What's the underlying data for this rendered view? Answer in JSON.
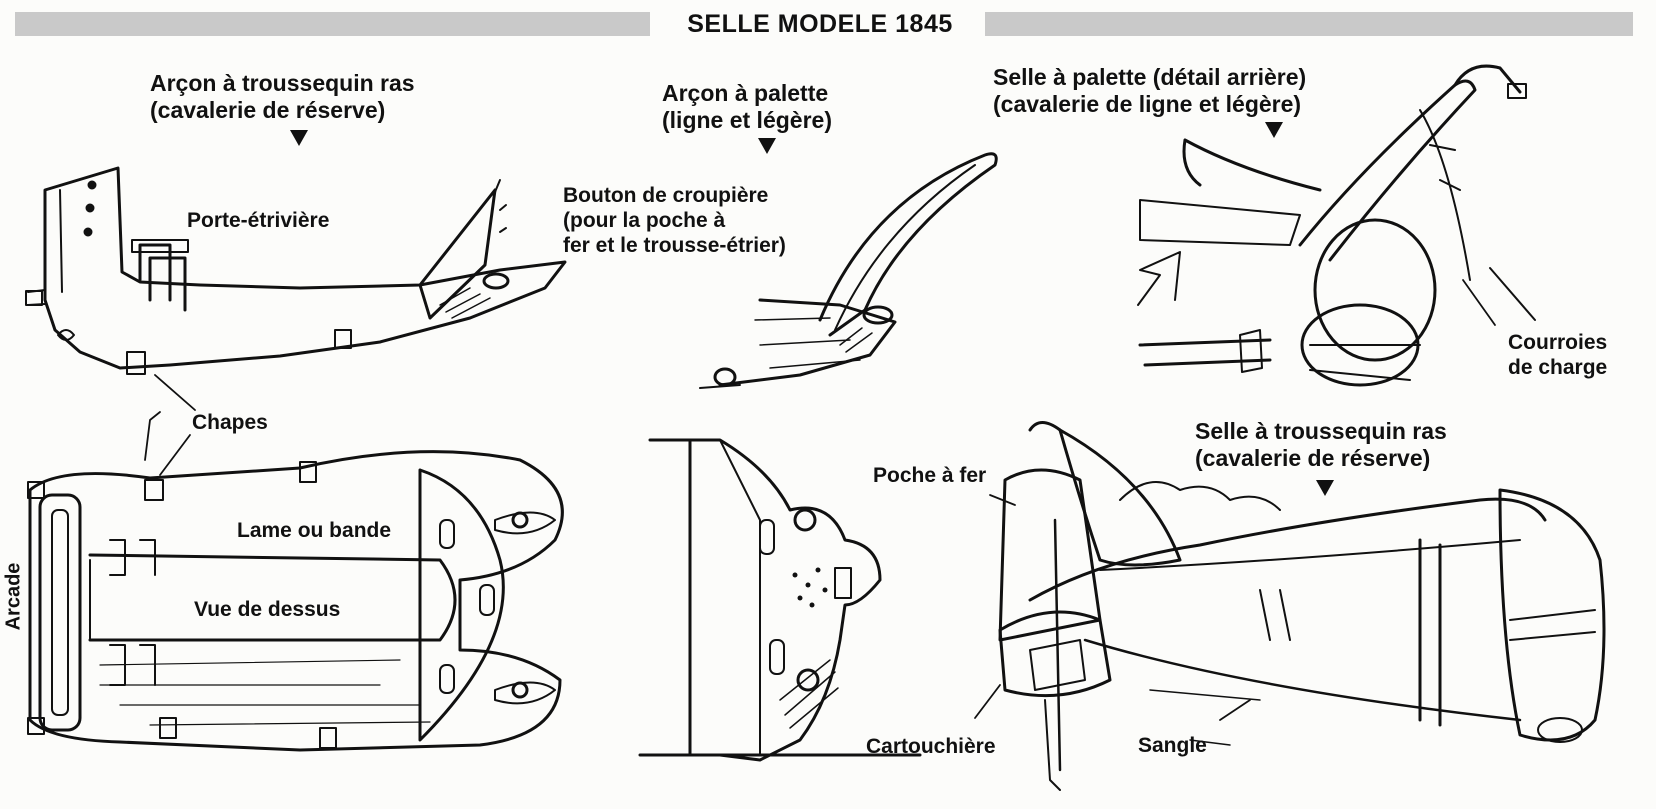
{
  "title": "SELLE MODELE 1845",
  "headings": {
    "arcon_ras": "Arçon à troussequin ras",
    "arcon_ras_sub": "(cavalerie de réserve)",
    "arcon_palette": "Arçon à palette",
    "arcon_palette_sub": "(ligne et légère)",
    "selle_palette": "Selle à palette (détail arrière)",
    "selle_palette_sub": "(cavalerie de ligne et légère)",
    "selle_ras": "Selle à troussequin ras",
    "selle_ras_sub": "(cavalerie de réserve)"
  },
  "labels": {
    "porte_etriviere": "Porte-étrivière",
    "bouton_1": "Bouton de croupière",
    "bouton_2": "(pour la poche à",
    "bouton_3": "fer et le trousse-étrier)",
    "chapes": "Chapes",
    "lame": "Lame ou bande",
    "vue": "Vue de dessus",
    "arcade": "Arcade",
    "courroies_1": "Courroies",
    "courroies_2": "de charge",
    "poche": "Poche à fer",
    "cartouchiere": "Cartouchière",
    "sangle": "Sangle"
  },
  "colors": {
    "ink": "#111111",
    "paper": "#fcfcfa",
    "bar": "#c9c9c9"
  }
}
